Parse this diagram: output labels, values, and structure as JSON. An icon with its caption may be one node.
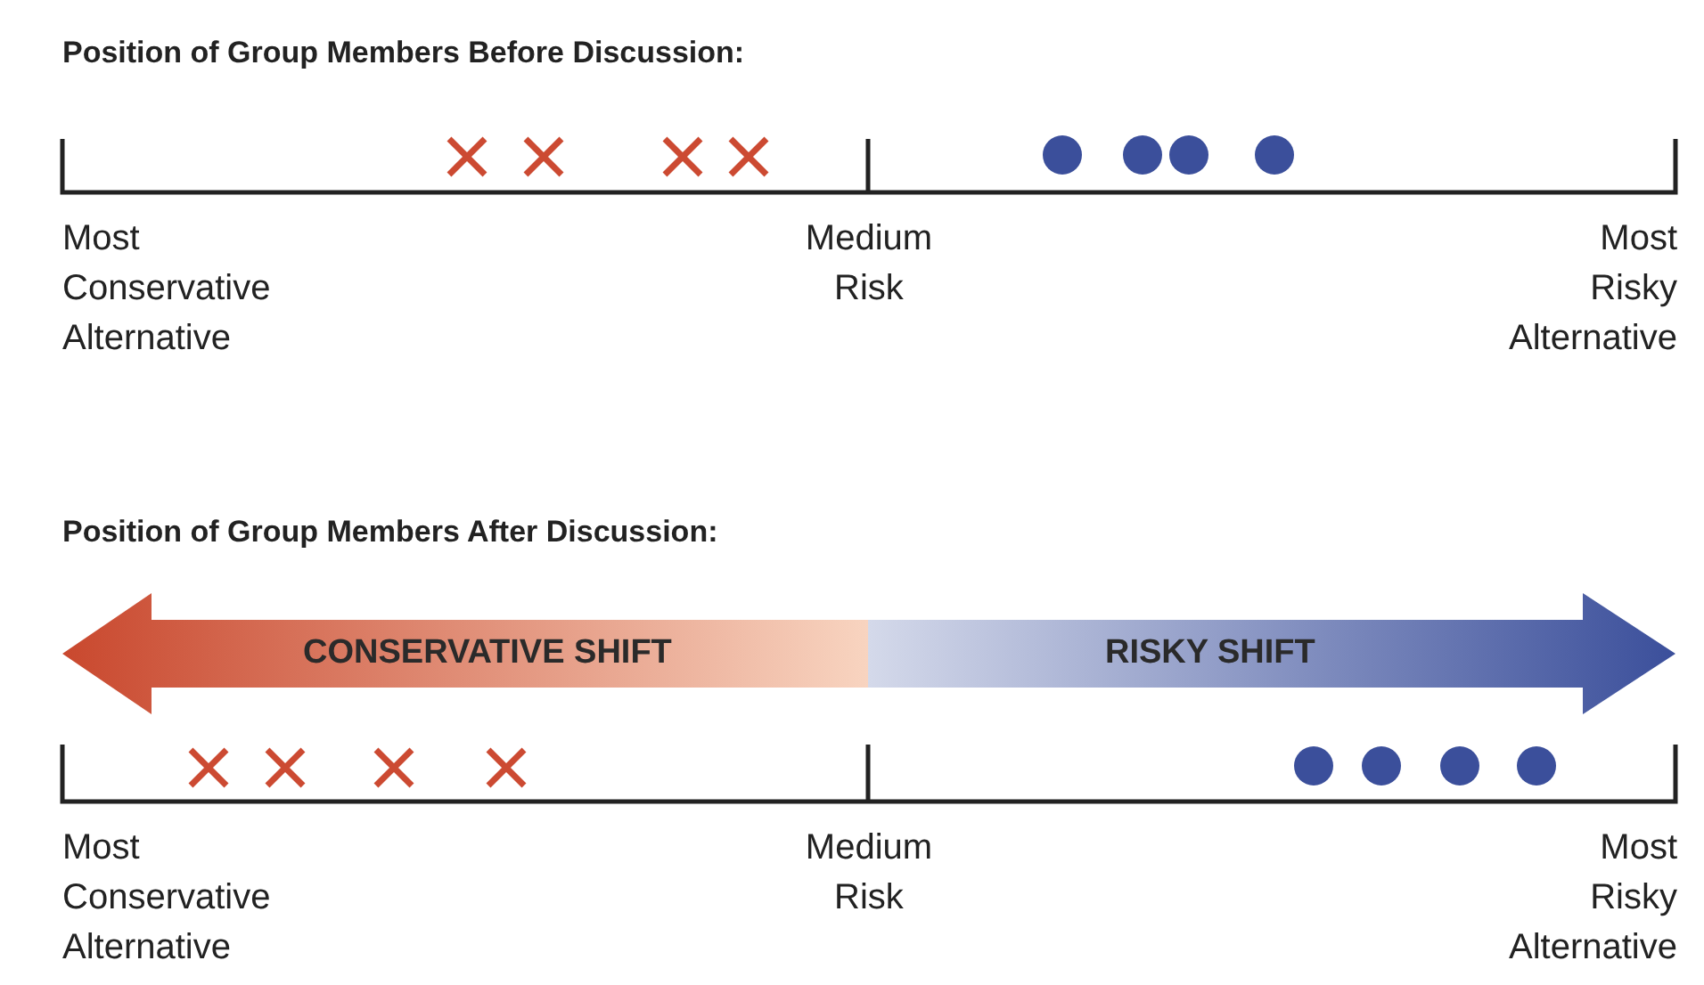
{
  "diagram": {
    "nodes": [
      {
        "text": [
          "CONSERVATIVE SHIFT"
        ]
      },
      {
        "text": [
          "RISKY SHIFT"
        ]
      }
    ],
    "labels": [
      "Position of Group Members Before Discussion:",
      "Most Conservative Alternative",
      "Medium Risk",
      "Most Risky Alternative",
      "Position of Group Members After Discussion:",
      "Most Conservative Alternative",
      "Medium Risk",
      "Most Risky Alternative"
    ]
  }
}
